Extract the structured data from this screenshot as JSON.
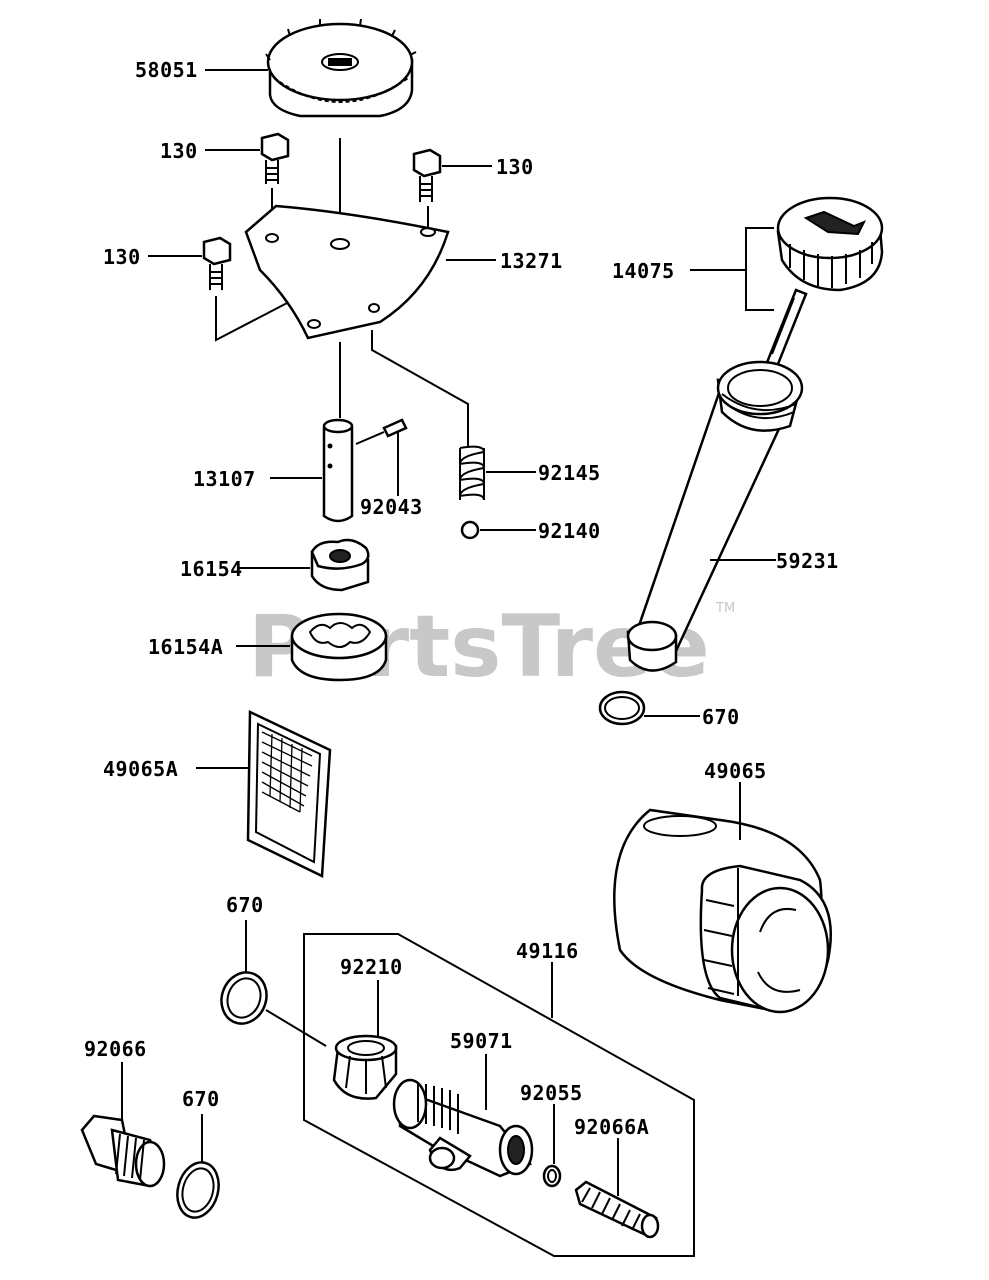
{
  "watermark": {
    "text": "PartsTree",
    "tm": "TM"
  },
  "labels": {
    "p58051": "58051",
    "p130_a": "130",
    "p130_b": "130",
    "p130_c": "130",
    "p13271": "13271",
    "p14075": "14075",
    "p13107": "13107",
    "p92043": "92043",
    "p92145": "92145",
    "p92140": "92140",
    "p16154": "16154",
    "p16154A": "16154A",
    "p59231": "59231",
    "p670_a": "670",
    "p49065A": "49065A",
    "p49065": "49065",
    "p670_b": "670",
    "p92210": "92210",
    "p49116": "49116",
    "p92066": "92066",
    "p59071": "59071",
    "p92055": "92055",
    "p670_c": "670",
    "p92066A": "92066A"
  }
}
